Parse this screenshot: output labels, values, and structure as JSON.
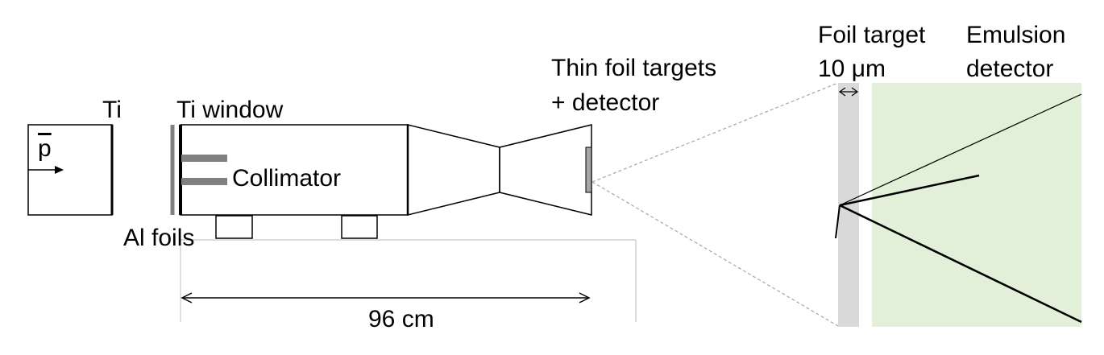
{
  "labels": {
    "antiproton": "p",
    "ti": "Ti",
    "ti_window": "Ti window",
    "collimator": "Collimator",
    "al_foils": "Al foils",
    "thin_foil_targets_line1": "Thin foil targets",
    "thin_foil_targets_line2": "+ detector",
    "distance": "96 cm",
    "foil_target_line1": "Foil target",
    "foil_target_line2": "10 μm",
    "emulsion_line1": "Emulsion",
    "emulsion_line2": "detector"
  },
  "colors": {
    "line": "#000000",
    "gray": "#808080",
    "foil": "#d9d9d9",
    "emulsion": "#e2efd9",
    "dashed": "#a6a6a6"
  }
}
